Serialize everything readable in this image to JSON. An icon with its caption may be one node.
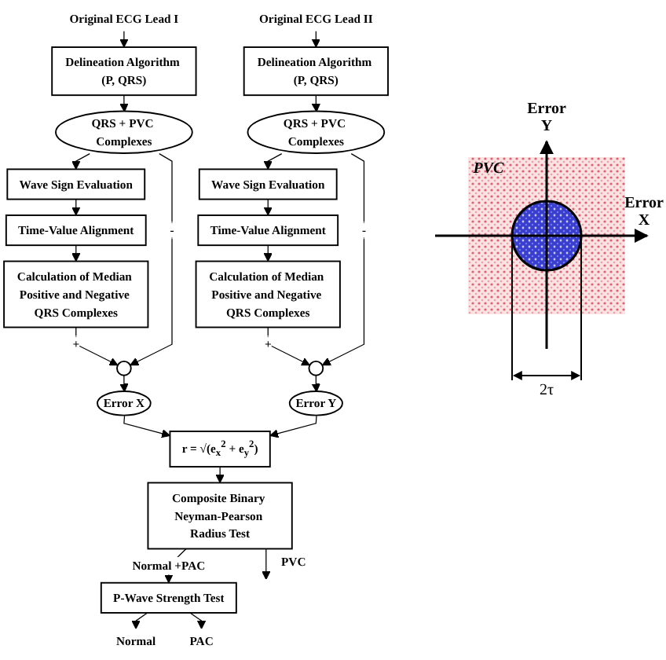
{
  "diagram": {
    "nodes": [
      {
        "text": [
          "Original ECG Lead I"
        ]
      },
      {
        "text": [
          "Delineation Algorithm (P, QRS)"
        ]
      },
      {
        "text": [
          "QRS + PVC Complexes"
        ]
      },
      {
        "text": [
          "Wave Sign Evaluation"
        ]
      },
      {
        "text": [
          "Time-Value Alignment"
        ]
      },
      {
        "text": [
          "Calculation of Median Positive and Negative QRS Complexes"
        ]
      },
      {
        "text": [],
        "shape": "circle"
      },
      {
        "text": [
          "Error X"
        ]
      },
      {
        "text": [
          "Original ECG Lead II"
        ]
      },
      {
        "text": [
          "Delineation Algorithm (P, QRS)"
        ]
      },
      {
        "text": [
          "QRS + PVC Complexes"
        ]
      },
      {
        "text": [
          "Wave Sign Evaluation"
        ]
      },
      {
        "text": [
          "Time-Value Alignment"
        ]
      },
      {
        "text": [
          "Calculation of Median Positive and Negative QRS Complexes"
        ]
      },
      {
        "text": [],
        "shape": "circle"
      },
      {
        "text": [
          "Error Y"
        ]
      },
      {
        "text": [
          "r = √(e$_{x}$$^{2}$ + e$_{y}$$^{2}$)"
        ]
      },
      {
        "text": [
          "Composite Binary Neyman-Pearson Radius Test"
        ]
      },
      {
        "text": [
          "P-Wave Strength Test"
        ]
      },
      {
        "text": [
          "Normal"
        ]
      },
      {
        "text": [
          "PAC"
        ]
      }
    ],
    "edges": [
      {
        "from": 0,
        "to": 1,
        "arrow": "to"
      },
      {
        "from": 1,
        "to": 2,
        "arrow": "to"
      },
      {
        "from": 2,
        "to": 3,
        "arrow": "to"
      },
      {
        "from": 3,
        "to": 4,
        "arrow": "to"
      },
      {
        "from": 4,
        "to": 5,
        "arrow": "to"
      },
      {
        "from": 5,
        "to": 6,
        "arrow": "to",
        "label": "+"
      },
      {
        "from": 2,
        "to": 6,
        "arrow": "to",
        "label": "-"
      },
      {
        "from": 6,
        "to": 7,
        "arrow": "to"
      },
      {
        "from": 7,
        "to": 16,
        "arrow": "to"
      },
      {
        "from": 8,
        "to": 9,
        "arrow": "to"
      },
      {
        "from": 9,
        "to": 10,
        "arrow": "to"
      },
      {
        "from": 10,
        "to": 11,
        "arrow": "to"
      },
      {
        "from": 11,
        "to": 12,
        "arrow": "to"
      },
      {
        "from": 12,
        "to": 13,
        "arrow": "to"
      },
      {
        "from": 13,
        "to": 14,
        "arrow": "to",
        "label": "+"
      },
      {
        "from": 10,
        "to": 14,
        "arrow": "to",
        "label": "-"
      },
      {
        "from": 14,
        "to": 15,
        "arrow": "to"
      },
      {
        "from": 15,
        "to": 16,
        "arrow": "to"
      },
      {
        "from": 16,
        "to": 17,
        "arrow": "to"
      },
      {
        "from": 17,
        "to": 18,
        "arrow": "to",
        "label": "Normal +PAC"
      },
      {
        "from": 17,
        "to": null,
        "arrow": "to",
        "label": "PVC"
      },
      {
        "from": 18,
        "to": 19,
        "arrow": "to"
      },
      {
        "from": 18,
        "to": 20,
        "arrow": "to"
      }
    ],
    "labels": [
      "Error Y",
      "PVC",
      "Error X",
      "2τ"
    ]
  }
}
